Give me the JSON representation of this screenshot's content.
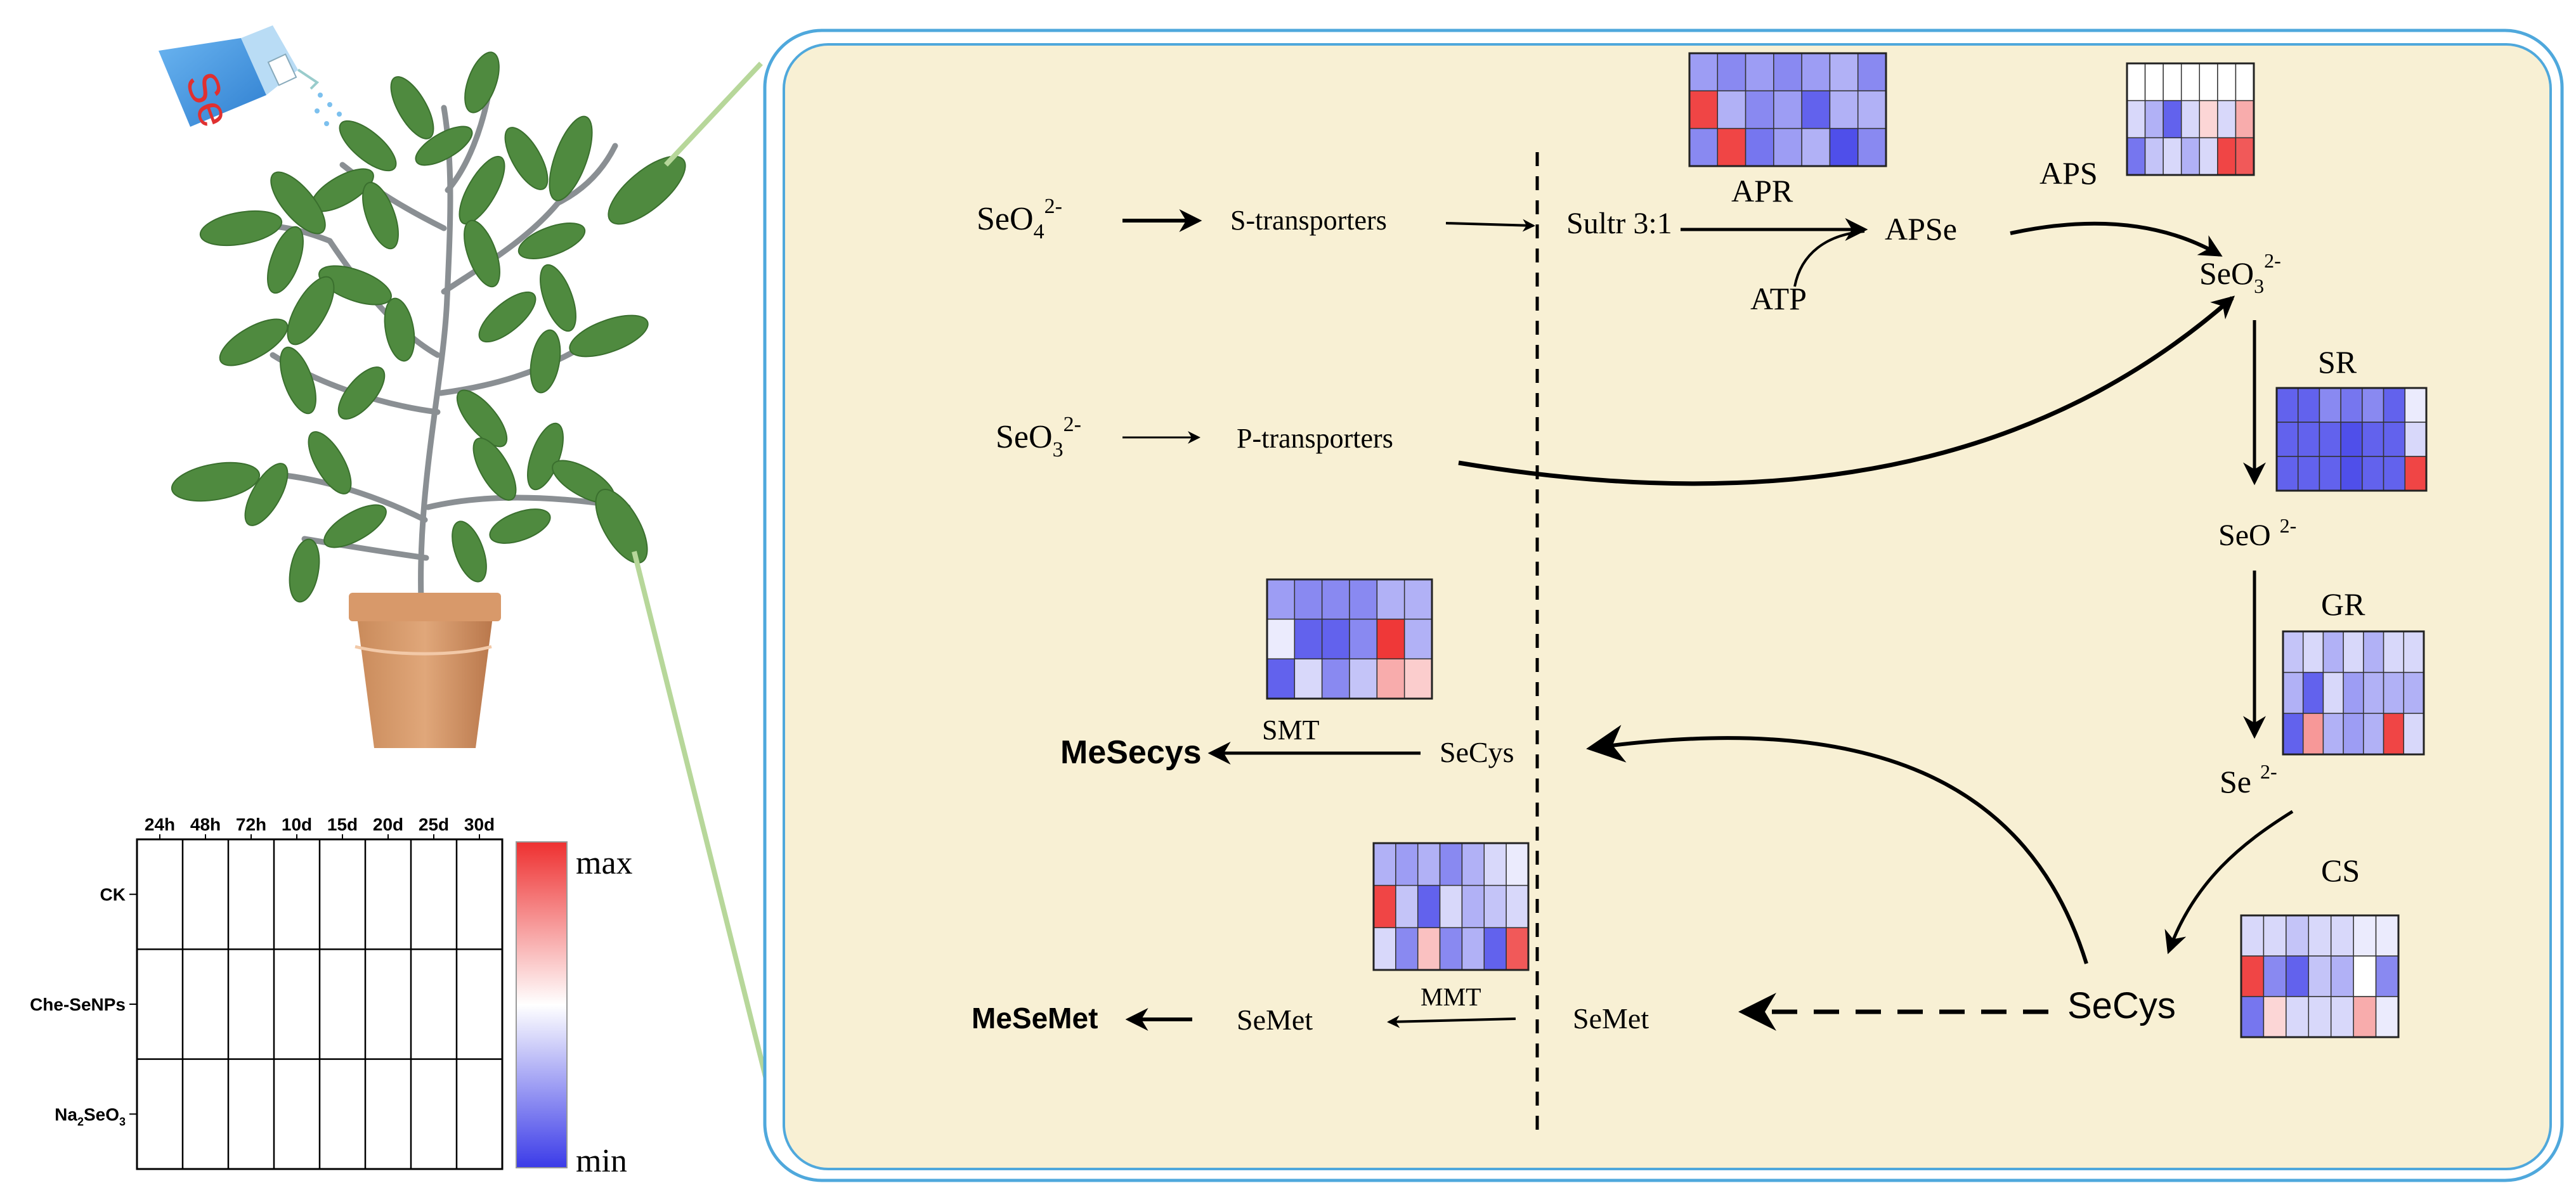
{
  "plant": {
    "bottle_label": "Se"
  },
  "legend": {
    "time_points": [
      "24h",
      "48h",
      "72h",
      "10d",
      "15d",
      "20d",
      "25d",
      "30d"
    ],
    "rows": [
      "CK",
      "Che-SeNPs",
      "Na2SeO3"
    ],
    "scale_max": "max",
    "scale_min": "min"
  },
  "pathway": {
    "seo4_base": "SeO",
    "seo4_sub": "4",
    "seo4_sup": "2-",
    "s_transporters": "S-transporters",
    "sultr": "Sultr 3:1",
    "apr": "APR",
    "apse": "APSe",
    "atp": "ATP",
    "aps": "APS",
    "seo3_base": "SeO",
    "seo3_sub": "3",
    "seo3_sup": "2-",
    "seo3b_base": "SeO",
    "seo3b_sub": "3",
    "seo3b_sup": "2-",
    "p_transporters": "P-transporters",
    "sr": "SR",
    "seo_base": "SeO",
    "seo_sup": "2-",
    "gr": "GR",
    "se_base": "Se",
    "se_sup": "2-",
    "cs": "CS",
    "secys_right": "SeCys",
    "secys_left": "SeCys",
    "smt": "SMT",
    "mesecys": "MeSecys",
    "semet_right": "SeMet",
    "mmt": "MMT",
    "semet_left": "SeMet",
    "mesemet": "MeSeMet"
  },
  "heatmaps": {
    "APR": [
      [
        0.25,
        0.2,
        0.25,
        0.2,
        0.25,
        0.3,
        0.2
      ],
      [
        0.95,
        0.3,
        0.2,
        0.25,
        0.1,
        0.3,
        0.3
      ],
      [
        0.2,
        0.95,
        0.15,
        0.25,
        0.3,
        0.05,
        0.2
      ]
    ],
    "APS": [
      [
        0.5,
        0.5,
        0.5,
        0.5,
        0.5,
        0.5,
        0.5
      ],
      [
        0.4,
        0.3,
        0.1,
        0.4,
        0.6,
        0.4,
        0.7
      ],
      [
        0.15,
        0.35,
        0.4,
        0.3,
        0.4,
        0.95,
        0.9
      ]
    ],
    "SR": [
      [
        0.1,
        0.1,
        0.2,
        0.15,
        0.2,
        0.1,
        0.45
      ],
      [
        0.1,
        0.1,
        0.1,
        0.05,
        0.1,
        0.1,
        0.4
      ],
      [
        0.1,
        0.1,
        0.1,
        0.05,
        0.1,
        0.1,
        0.95
      ]
    ],
    "GR": [
      [
        0.35,
        0.4,
        0.3,
        0.4,
        0.3,
        0.4,
        0.4
      ],
      [
        0.3,
        0.1,
        0.4,
        0.25,
        0.3,
        0.3,
        0.3
      ],
      [
        0.1,
        0.75,
        0.3,
        0.25,
        0.3,
        0.95,
        0.4
      ]
    ],
    "SMT": [
      [
        0.25,
        0.2,
        0.2,
        0.2,
        0.3,
        0.3
      ],
      [
        0.45,
        0.1,
        0.1,
        0.2,
        0.98,
        0.3
      ],
      [
        0.1,
        0.4,
        0.2,
        0.35,
        0.7,
        0.62
      ]
    ],
    "MMT": [
      [
        0.3,
        0.25,
        0.3,
        0.2,
        0.3,
        0.4,
        0.45
      ],
      [
        0.95,
        0.35,
        0.1,
        0.4,
        0.3,
        0.35,
        0.4
      ],
      [
        0.4,
        0.2,
        0.65,
        0.2,
        0.3,
        0.1,
        0.9
      ]
    ],
    "CS": [
      [
        0.4,
        0.4,
        0.35,
        0.4,
        0.4,
        0.45,
        0.45
      ],
      [
        0.95,
        0.2,
        0.1,
        0.35,
        0.3,
        0.5,
        0.2
      ],
      [
        0.15,
        0.6,
        0.4,
        0.4,
        0.4,
        0.7,
        0.45
      ]
    ]
  }
}
